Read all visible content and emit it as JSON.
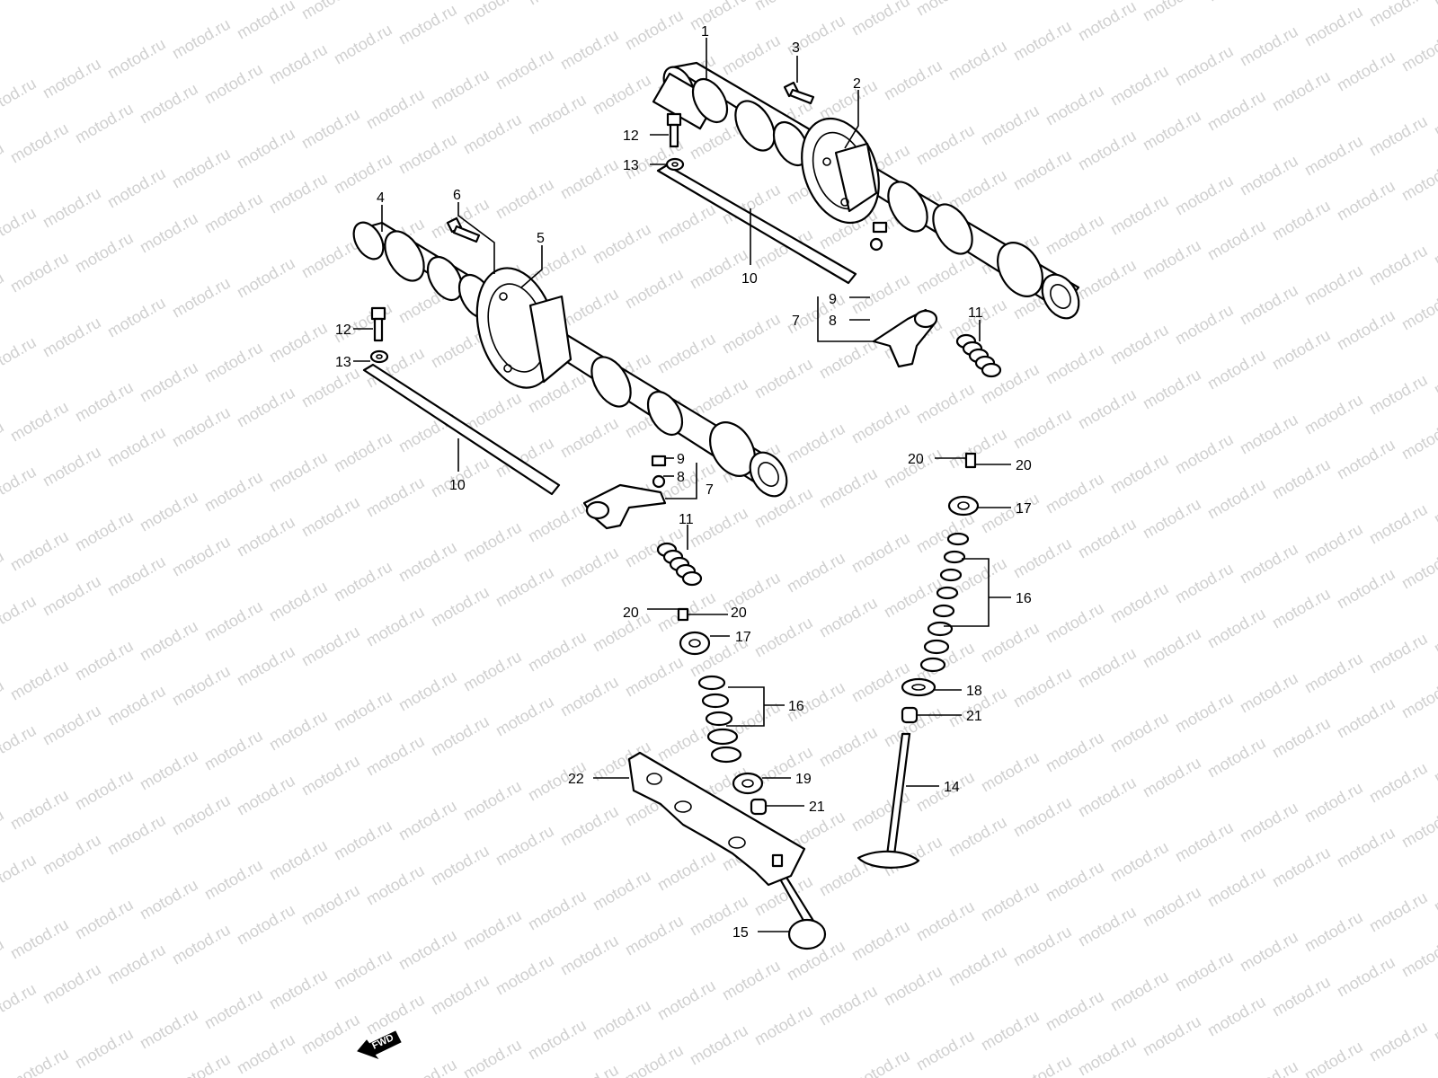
{
  "watermark": {
    "text": "motod.ru",
    "color": "#d0d0d0"
  },
  "direction_badge": {
    "text": "FWD",
    "icon": "fwd-arrow-icon"
  },
  "callouts": {
    "c1": "1",
    "c2": "2",
    "c3": "3",
    "c4": "4",
    "c5": "5",
    "c6": "6",
    "c7a": "7",
    "c7b": "7",
    "c8a": "8",
    "c8b": "8",
    "c9a": "9",
    "c9b": "9",
    "c10a": "10",
    "c10b": "10",
    "c11a": "11",
    "c11b": "11",
    "c12a": "12",
    "c12b": "12",
    "c13a": "13",
    "c13b": "13",
    "c14": "14",
    "c15": "15",
    "c16a": "16",
    "c16b": "16",
    "c17a": "17",
    "c17b": "17",
    "c18": "18",
    "c19": "19",
    "c20a": "20",
    "c20b": "20",
    "c20c": "20",
    "c20d": "20",
    "c21a": "21",
    "c21b": "21",
    "c22": "22"
  }
}
